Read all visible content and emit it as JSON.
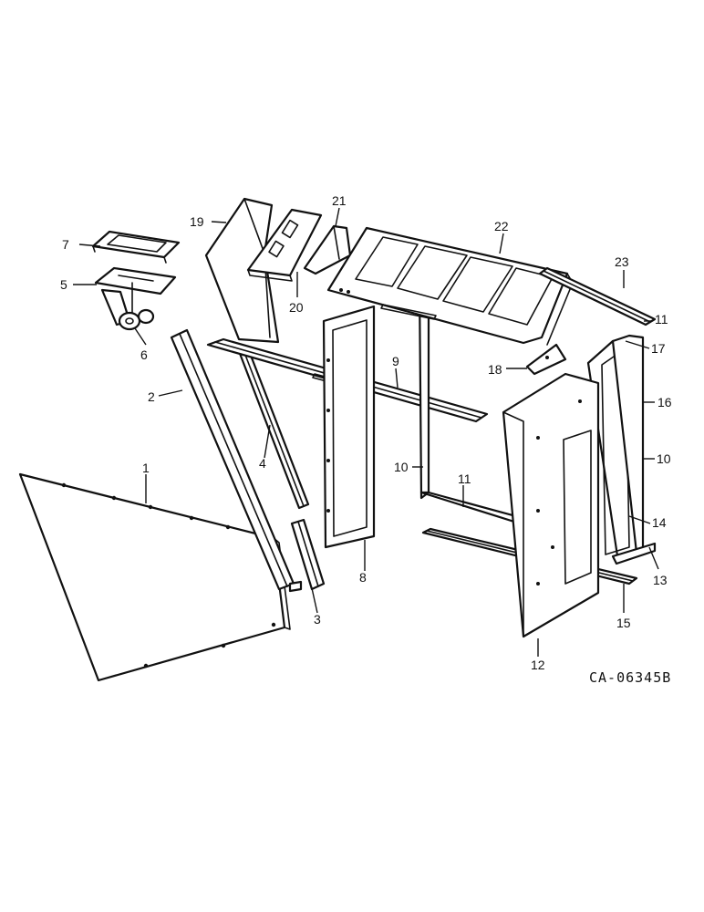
{
  "diagram": {
    "drawing_number": "CA-06345B",
    "callouts": {
      "c1": "1",
      "c2": "2",
      "c3": "3",
      "c4": "4",
      "c5": "5",
      "c6": "6",
      "c7": "7",
      "c8": "8",
      "c9": "9",
      "c10a": "10",
      "c10b": "10",
      "c11a": "11",
      "c11b": "11",
      "c12": "12",
      "c13": "13",
      "c14": "14",
      "c15": "15",
      "c16": "16",
      "c17": "17",
      "c18": "18",
      "c19": "19",
      "c20": "20",
      "c21": "21",
      "c22": "22",
      "c23": "23"
    }
  }
}
